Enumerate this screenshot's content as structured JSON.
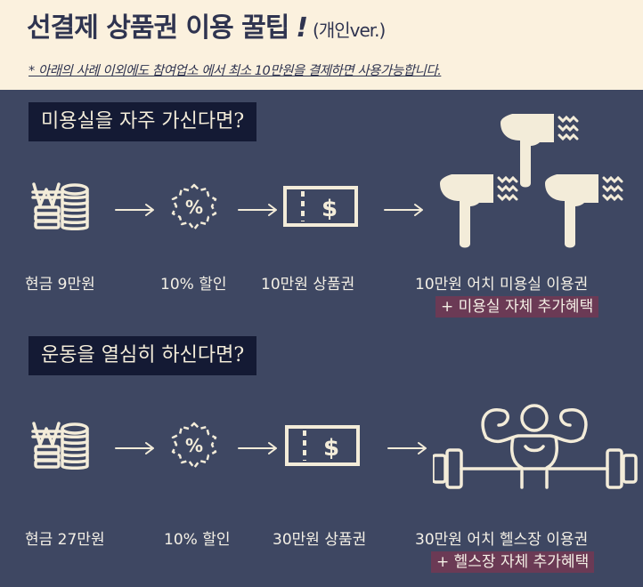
{
  "header": {
    "title": "선결제 상품권 이용 꿀팁",
    "title_mark": "!",
    "title_sub": "(개인ver.)",
    "note": "* 아래의 사례 이외에도 참여업소 에서 최소 10만원을 결제하면 사용가능합니다."
  },
  "sections": [
    {
      "tag": "미용실을 자주 가신다면?",
      "cash_label": "현금 9만원",
      "discount_label": "10% 할인",
      "voucher_label": "10만원 상품권",
      "result_label": "10만원 어치 미용실 이용권",
      "badge": "+ 미용실 자체 추가혜택",
      "icons": [
        "won-coins-icon",
        "arrow-right-icon",
        "percent-badge-icon",
        "voucher-ticket-icon",
        "hair-dryer-icon"
      ]
    },
    {
      "tag": "운동을 열심히 하신다면?",
      "cash_label": "현금 27만원",
      "discount_label": "10% 할인",
      "voucher_label": "30만원 상품권",
      "result_label": "30만원 어치 헬스장 이용권",
      "badge": "+ 헬스장 자체 추가혜택",
      "icons": [
        "won-coins-icon",
        "arrow-right-icon",
        "percent-badge-icon",
        "voucher-ticket-icon",
        "bodybuilder-dumbbell-icon"
      ]
    }
  ],
  "colors": {
    "background": "#3e4762",
    "header_bg": "#fbf1de",
    "tag_bg": "#141a34",
    "badge_bg": "#6b3a55",
    "icon": "#f3ecd9",
    "text": "#f4f0e6"
  }
}
